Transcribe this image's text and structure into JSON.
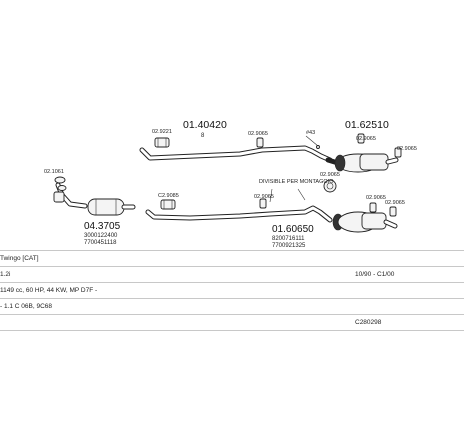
{
  "diagram": {
    "parts": {
      "main_upper": "01.40420",
      "main_upper_qty": "8",
      "rear_upper": "01.62510",
      "front_cat": "04.3705",
      "front_cat_ref1": "3000122400",
      "front_cat_ref2": "7700451118",
      "middle_lower": "01.60650",
      "middle_lower_ref1": "8200716111",
      "middle_lower_ref2": "7700921325"
    },
    "codes": {
      "c1": "02.9221",
      "c2": "02.9065",
      "c3": "02.9065",
      "c4": "02.9065",
      "c5": "02.1061",
      "c6": "C2.9085",
      "c7": "02.9065",
      "c8": "02.9065",
      "c9": "02.9065",
      "c10": "02.9065",
      "c11": "02.9065"
    },
    "labels": {
      "hash": "#43",
      "divisible": "DIVISIBLE PER MONTAGGIO"
    }
  },
  "info": {
    "model": "Twingo  [CAT]",
    "engine": "1.2i",
    "dates": "10/90 - C1/00",
    "spec": "1149 cc, 60 HP, 44 KW, MP D7F -",
    "variants": "- 1.1 C 06B, 9C68",
    "code": "C280298"
  }
}
